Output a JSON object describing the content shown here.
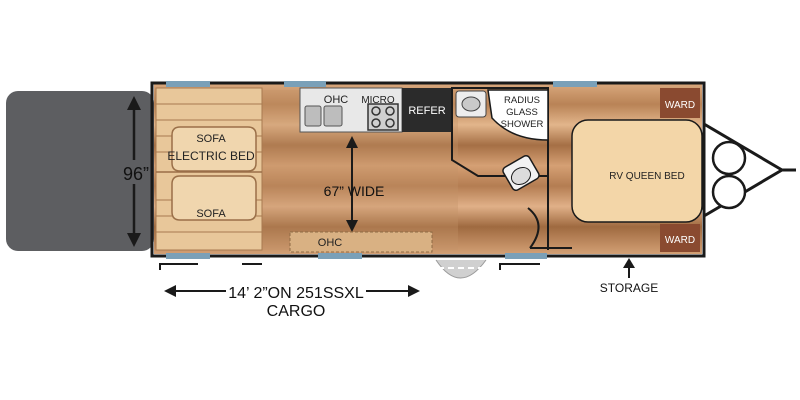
{
  "labels": {
    "ramp_width": "96”",
    "sofa_top": "SOFA",
    "electric_bed": "ELECTRIC BED",
    "sofa_bottom": "SOFA",
    "ohc_kitchen": "OHC",
    "micro": "MICRO",
    "refer": "REFER",
    "radius_line1": "RADIUS",
    "radius_line2": "GLASS",
    "radius_line3": "SHOWER",
    "wide": "67” WIDE",
    "ohc_bottom": "OHC",
    "rv_queen_bed": "RV QUEEN BED",
    "ward_top": "WARD",
    "ward_bottom": "WARD",
    "cargo_length": "14’ 2”ON 251SSXL",
    "cargo": "CARGO",
    "storage": "STORAGE"
  },
  "colors": {
    "ramp": "#5d5e61",
    "floor": "#c9966c",
    "wall": "#1a1a1a",
    "window": "#7aa0b8",
    "sofa": "#e8c79a",
    "bed": "#f3d6a8",
    "ward": "#8a4a30",
    "refer": "#2b2b2b",
    "counter": "#e6e6e6"
  }
}
